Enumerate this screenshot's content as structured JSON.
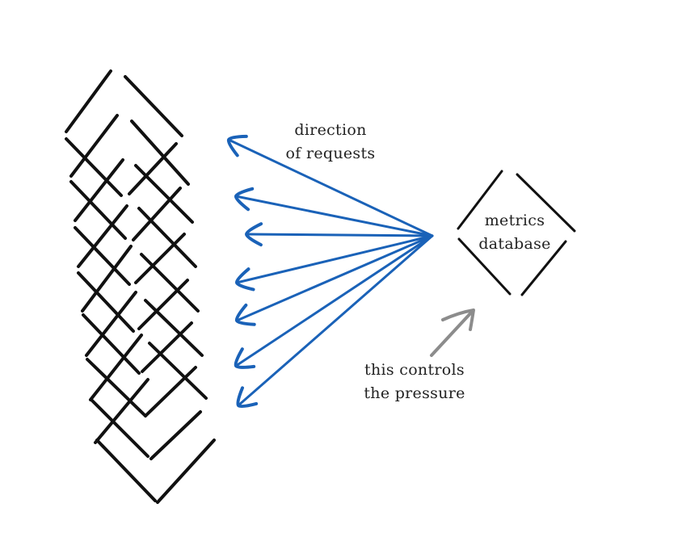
{
  "diagram": {
    "title": "",
    "colors": {
      "lattice": "#111111",
      "request_arrows": "#1a62b8",
      "pressure_arrow": "#8c8c8c",
      "text": "#222222",
      "background": "#ffffff"
    },
    "nodes": {
      "services": {
        "label": "",
        "shape": "woven lattice of crossing diagonal lines",
        "icon": "lattice-icon"
      },
      "metrics_database": {
        "label_line1": "metrics",
        "label_line2": "database",
        "shape": "diamond"
      }
    },
    "edges": {
      "requests": {
        "from": "metrics_database",
        "to": "services",
        "count": 7,
        "style": "blue hand-drawn arrows fanning out to the left"
      },
      "pressure": {
        "style": "gray hand-drawn arrow pointing up-right toward metrics database"
      }
    },
    "annotations": {
      "direction_line1": "direction",
      "direction_line2": "of requests",
      "pressure_line1": "this controls",
      "pressure_line2": "the pressure"
    }
  }
}
